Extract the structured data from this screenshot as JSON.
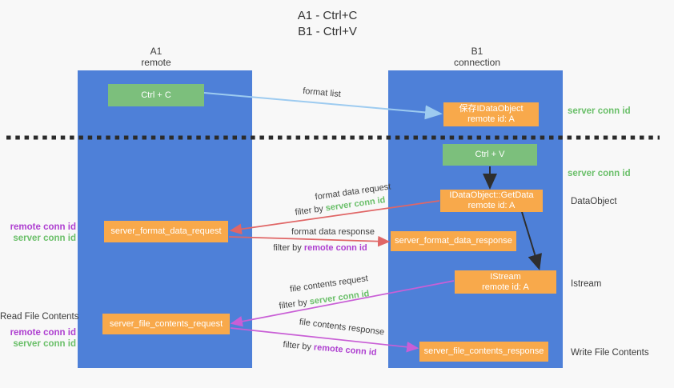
{
  "title": {
    "line1": "A1 - Ctrl+C",
    "line2": "B1 - Ctrl+V"
  },
  "lanes": {
    "a": {
      "name": "A1",
      "subtitle": "remote"
    },
    "b": {
      "name": "B1",
      "subtitle": "connection"
    }
  },
  "nodes": {
    "ctrl_c": "Ctrl + C",
    "save_idataobject": {
      "line1": "保存IDataObject",
      "line2": "remote id: A"
    },
    "ctrl_v": "Ctrl + V",
    "getdata": {
      "line1": "IDataObject::GetData",
      "line2": "remote id: A"
    },
    "format_request": "server_format_data_request",
    "format_response": "server_format_data_response",
    "istream": {
      "line1": "IStream",
      "line2": "remote id: A"
    },
    "file_request": "server_file_contents_request",
    "file_response": "server_file_contents_response"
  },
  "edge_labels": {
    "format_list": "format list",
    "format_data_request": "format data request",
    "format_data_response": "format data response",
    "file_contents_request": "file contents request",
    "file_contents_response": "file contents response",
    "filter_by": "filter by ",
    "server_conn_id": "server conn id",
    "remote_conn_id": "remote conn id"
  },
  "side_labels": {
    "server_conn_id": "server conn id",
    "remote_conn_id": "remote conn id",
    "dataobject": "DataObject",
    "istream": "Istream",
    "read_file_contents": "Read File Contents",
    "write_file_contents": "Write File Contents"
  },
  "colors": {
    "lane_blue": "#4E80D8",
    "green_box": "#7CBF7C",
    "orange_box": "#F8A94B",
    "green_text": "#6abf69",
    "purple_text": "#ae3fd0",
    "red_arrow": "#E06666",
    "pink_arrow": "#C95FD6",
    "light_blue_arrow": "#9DCBF0",
    "black_arrow": "#2e2e2e"
  }
}
